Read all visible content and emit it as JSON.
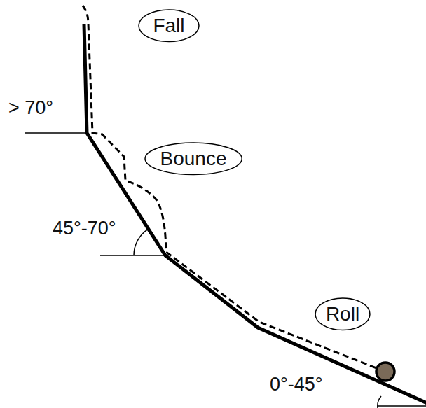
{
  "diagram": {
    "nodes": [
      {
        "text": [
          "Fall"
        ]
      },
      {
        "text": [
          "Bounce"
        ]
      },
      {
        "text": [
          "Roll"
        ]
      }
    ],
    "labels": [
      "> 70°",
      "45°-70°",
      "0°-45°"
    ]
  }
}
